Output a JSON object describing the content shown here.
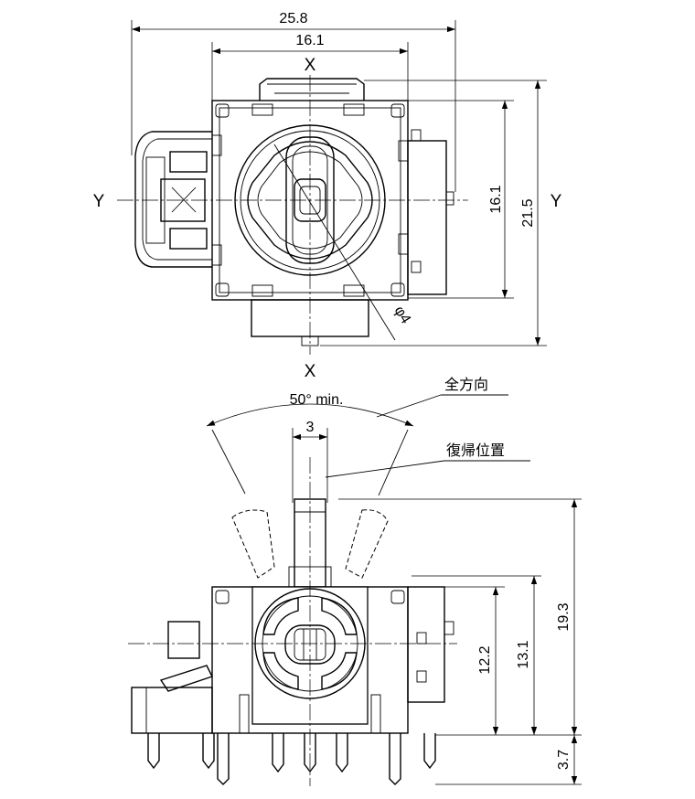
{
  "top_view": {
    "axis_labels": {
      "x_top": "X",
      "x_bottom": "X",
      "y_left": "Y",
      "y_right": "Y"
    },
    "dimensions": {
      "overall_width": "25.8",
      "body_width": "16.1",
      "body_height": "16.1",
      "overall_height": "21.5",
      "diameter": "φ4"
    }
  },
  "side_view": {
    "angle_label": "50° min.",
    "all_directions_label": "全方向",
    "lever_width": "3",
    "return_position_label": "復帰位置",
    "dimensions": {
      "height_12_2": "12.2",
      "height_13_1": "13.1",
      "height_19_3": "19.3",
      "pin_length": "3.7"
    }
  }
}
